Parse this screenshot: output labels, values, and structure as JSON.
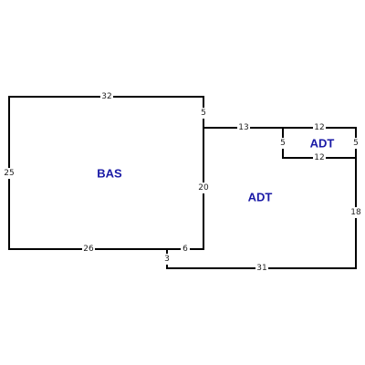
{
  "colors": {
    "wall": "#000000",
    "area_label": "#1a1aa6",
    "dimension_text": "#222222",
    "background": "#ffffff"
  },
  "areas": {
    "bas": "BAS",
    "adt_main": "ADT",
    "adt_small": "ADT"
  },
  "dimensions": {
    "bas_top": "32",
    "bas_left": "25",
    "bas_bottom": "26",
    "bas_right_upper": "5",
    "bas_right": "20",
    "bas_bottom_right": "6",
    "step_down": "3",
    "adt_top": "13",
    "small_top": "12",
    "small_left": "5",
    "small_right": "5",
    "small_bottom": "12",
    "adt_right": "18",
    "adt_bottom": "31"
  }
}
